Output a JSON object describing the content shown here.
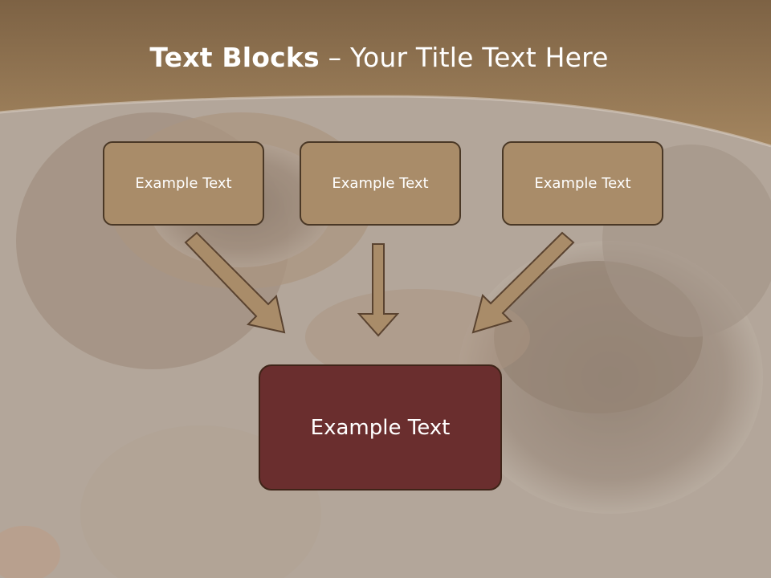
{
  "title": {
    "bold": "Text Blocks",
    "dash": "–",
    "rest": "Your Title Text Here"
  },
  "boxes": [
    {
      "label": "Example Text"
    },
    {
      "label": "Example Text"
    },
    {
      "label": "Example Text"
    }
  ],
  "center_box": {
    "label": "Example Text"
  },
  "colors": {
    "header": "#8b6e4e",
    "box_fill": "#a98c69",
    "box_border": "#4a3826",
    "center_fill": "#6a2e2e",
    "arrow_fill": "#a98c69"
  }
}
